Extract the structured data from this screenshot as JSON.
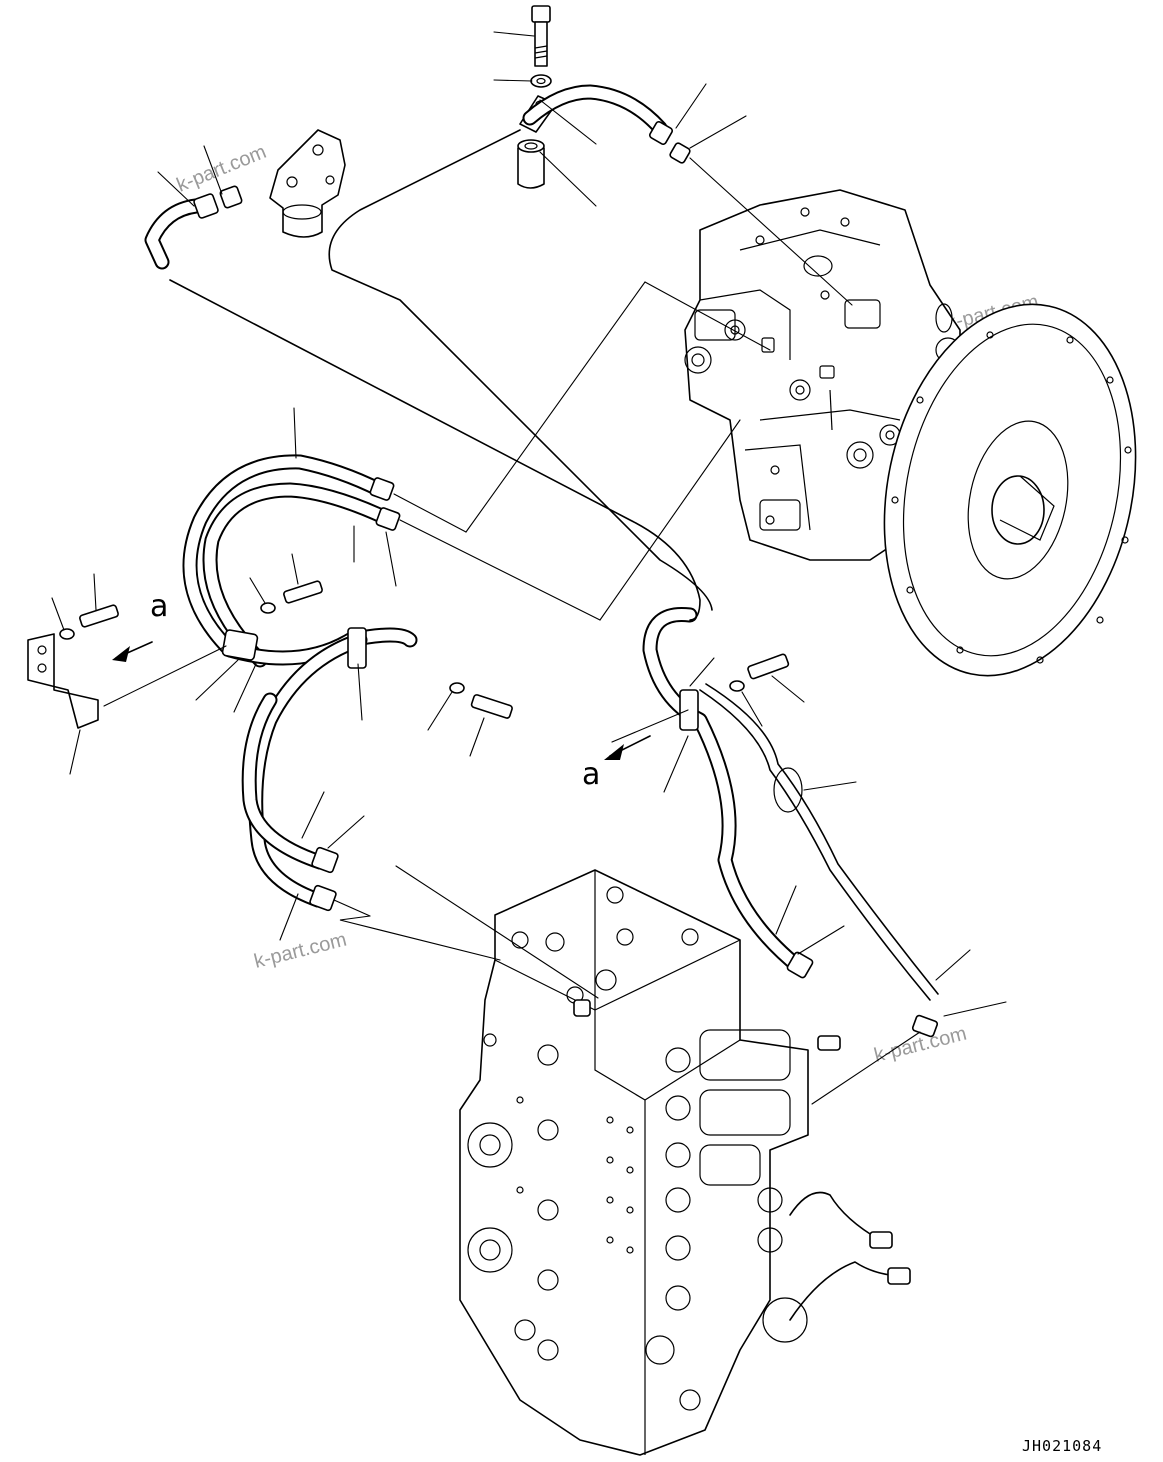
{
  "diagram": {
    "view_labels": [
      "a",
      "a"
    ],
    "drawing_code": "JH021084",
    "watermarks": [
      "k-part.com",
      "k-part.com",
      "k-part.com",
      "k-part.com"
    ]
  }
}
